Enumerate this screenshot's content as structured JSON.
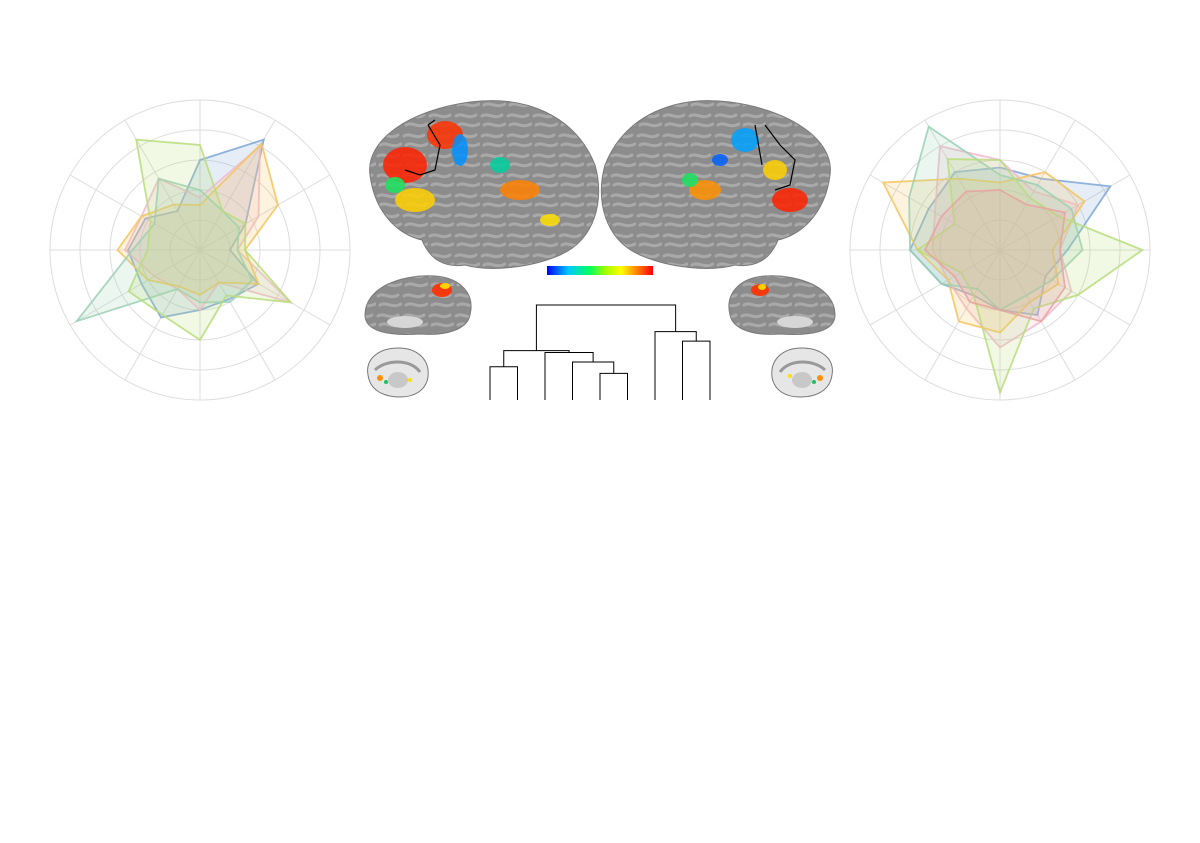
{
  "colors": {
    "page_background": "#ffffff",
    "grid": "#dddddd",
    "cortex_gyri": "#8c8c8c",
    "cortex_sulci": "#a8a8a8",
    "dendrogram_line": "#000000",
    "series": [
      "#7ea6d6",
      "#f2b8cf",
      "#f6c45a",
      "#9ad0b4",
      "#b7dd7a",
      "#e7a2a0"
    ]
  },
  "colorbar": {
    "stops": [
      "#0000ff",
      "#00c8ff",
      "#00ff60",
      "#a0ff00",
      "#ffff00",
      "#ff8000",
      "#ff0000"
    ]
  },
  "chart_data": [
    {
      "type": "radar",
      "axes_count": 12,
      "rings": 5,
      "r_max": 1.0,
      "series": [
        {
          "values": [
            0.6,
            0.85,
            0.35,
            0.2,
            0.45,
            0.38,
            0.4,
            0.52,
            0.45,
            0.48,
            0.42,
            0.3
          ]
        },
        {
          "values": [
            0.35,
            0.8,
            0.45,
            0.25,
            0.7,
            0.25,
            0.4,
            0.3,
            0.35,
            0.5,
            0.45,
            0.55
          ]
        },
        {
          "values": [
            0.3,
            0.82,
            0.6,
            0.3,
            0.45,
            0.25,
            0.3,
            0.28,
            0.4,
            0.55,
            0.45,
            0.35
          ]
        },
        {
          "values": [
            0.4,
            0.3,
            0.3,
            0.25,
            0.4,
            0.4,
            0.35,
            0.3,
            0.95,
            0.45,
            0.35,
            0.55
          ]
        },
        {
          "values": [
            0.7,
            0.3,
            0.35,
            0.3,
            0.7,
            0.35,
            0.6,
            0.5,
            0.55,
            0.35,
            0.38,
            0.85
          ]
        }
      ]
    },
    {
      "type": "radar",
      "axes_count": 12,
      "rings": 5,
      "r_max": 1.0,
      "series": [
        {
          "values": [
            0.55,
            0.55,
            0.85,
            0.45,
            0.35,
            0.5,
            0.4,
            0.35,
            0.45,
            0.6,
            0.55,
            0.6
          ]
        },
        {
          "values": [
            0.6,
            0.45,
            0.6,
            0.4,
            0.55,
            0.55,
            0.65,
            0.45,
            0.4,
            0.45,
            0.5,
            0.8
          ]
        },
        {
          "values": [
            0.45,
            0.6,
            0.65,
            0.35,
            0.45,
            0.4,
            0.55,
            0.55,
            0.4,
            0.55,
            0.9,
            0.55
          ]
        },
        {
          "values": [
            0.5,
            0.5,
            0.55,
            0.55,
            0.4,
            0.35,
            0.4,
            0.3,
            0.45,
            0.6,
            0.7,
            0.95
          ]
        },
        {
          "values": [
            0.6,
            0.4,
            0.45,
            0.95,
            0.6,
            0.45,
            0.95,
            0.35,
            0.3,
            0.55,
            0.35,
            0.7
          ]
        },
        {
          "values": [
            0.4,
            0.35,
            0.5,
            0.4,
            0.5,
            0.55,
            0.4,
            0.4,
            0.35,
            0.5,
            0.45,
            0.45
          ]
        }
      ]
    }
  ],
  "dendrogram": {
    "leaves": 9,
    "merges": [
      {
        "left": "L0",
        "right": "L1",
        "height": 0.35
      },
      {
        "left": "L4",
        "right": "L5",
        "height": 0.28
      },
      {
        "left": "L3",
        "right": "M1",
        "height": 0.4
      },
      {
        "left": "L2",
        "right": "M2",
        "height": 0.5
      },
      {
        "left": "M0",
        "right": "M3",
        "height": 0.52
      },
      {
        "left": "L7",
        "right": "L8",
        "height": 0.62
      },
      {
        "left": "L6",
        "right": "M5",
        "height": 0.72
      },
      {
        "left": "M4",
        "right": "M6",
        "height": 1.0
      }
    ]
  }
}
